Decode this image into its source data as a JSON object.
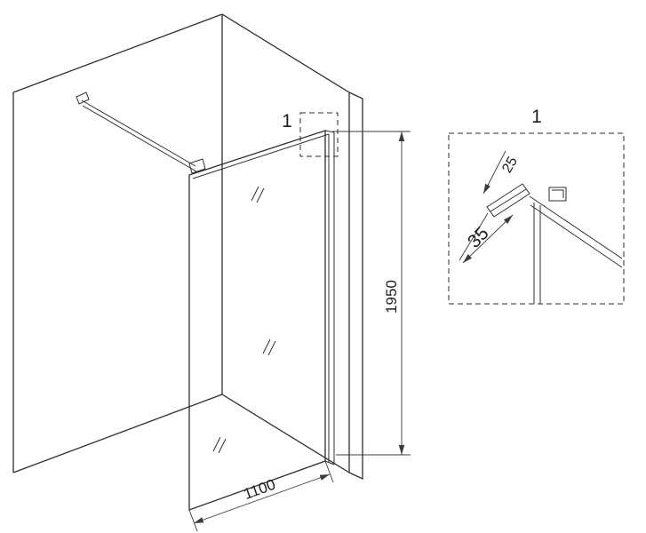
{
  "drawing": {
    "callout": {
      "label": "1"
    },
    "detail": {
      "label": "1",
      "dim_profile_depth": "25",
      "dim_profile_width": "35"
    },
    "dims": {
      "height": "1950",
      "width": "1100"
    }
  }
}
